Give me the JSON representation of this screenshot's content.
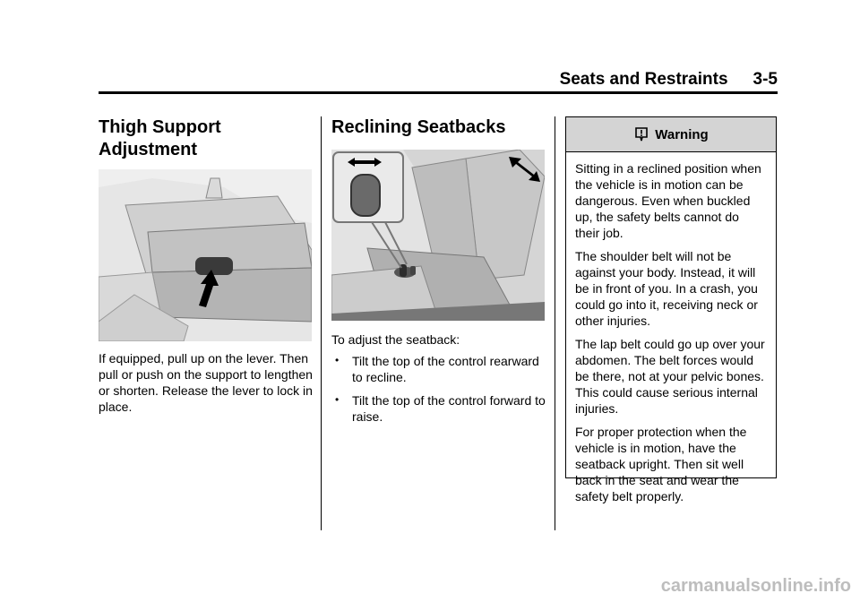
{
  "header": {
    "section": "Seats and Restraints",
    "page": "3-5"
  },
  "col1": {
    "title_line1": "Thigh Support",
    "title_line2": "Adjustment",
    "figure_icon": "thigh-support-lever-illustration",
    "text": "If equipped, pull up on the lever. Then pull or push on the support to lengthen or shorten. Release the lever to lock in place."
  },
  "col2": {
    "title": "Reclining Seatbacks",
    "figure_icon": "seatback-recline-control-illustration",
    "intro": "To adjust the seatback:",
    "bullets": [
      "Tilt the top of the control rearward to recline.",
      "Tilt the top of the control forward to raise."
    ]
  },
  "warning": {
    "icon": "warning-icon",
    "label": "Warning",
    "paragraphs": [
      "Sitting in a reclined position when the vehicle is in motion can be dangerous. Even when buckled up, the safety belts cannot do their job.",
      "The shoulder belt will not be against your body. Instead, it will be in front of you. In a crash, you could go into it, receiving neck or other injuries.",
      "The lap belt could go up over your abdomen. The belt forces would be there, not at your pelvic bones. This could cause serious internal injuries.",
      "For proper protection when the vehicle is in motion, have the seatback upright. Then sit well back in the seat and wear the safety belt properly."
    ]
  },
  "footer": {
    "watermark": "carmanualsonline.info"
  }
}
